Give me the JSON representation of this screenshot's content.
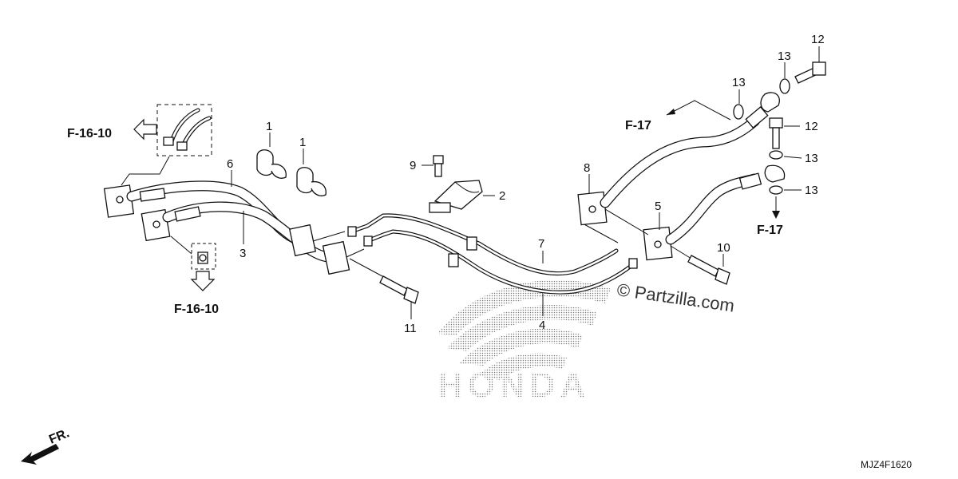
{
  "callouts": {
    "c1a": "1",
    "c1b": "1",
    "c2": "2",
    "c3": "3",
    "c4": "4",
    "c5": "5",
    "c6": "6",
    "c7": "7",
    "c8": "8",
    "c9": "9",
    "c10": "10",
    "c11": "11",
    "c12a": "12",
    "c12b": "12",
    "c13a": "13",
    "c13b": "13",
    "c13c": "13",
    "c13d": "13"
  },
  "refs": {
    "r1": "F-16-10",
    "r2": "F-16-10",
    "r3": "F-17",
    "r4": "F-17"
  },
  "front_label": "FR.",
  "watermark": "© Partzilla.com",
  "brand": "HONDA",
  "diagram_code": "MJZ4F1620"
}
